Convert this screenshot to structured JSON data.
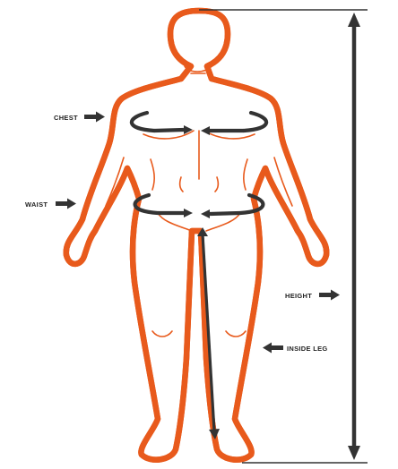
{
  "labels": {
    "chest": "CHEST",
    "waist": "WAIST",
    "height": "HEIGHT",
    "inside_leg": "INSIDE LEG"
  },
  "colors": {
    "body_outline": "#E85A1C",
    "arrows": "#333333",
    "text": "#222222",
    "background": "#FFFFFF"
  },
  "icons": {
    "label_pointer": "right-arrow",
    "inside_leg_pointer": "left-arrow"
  }
}
